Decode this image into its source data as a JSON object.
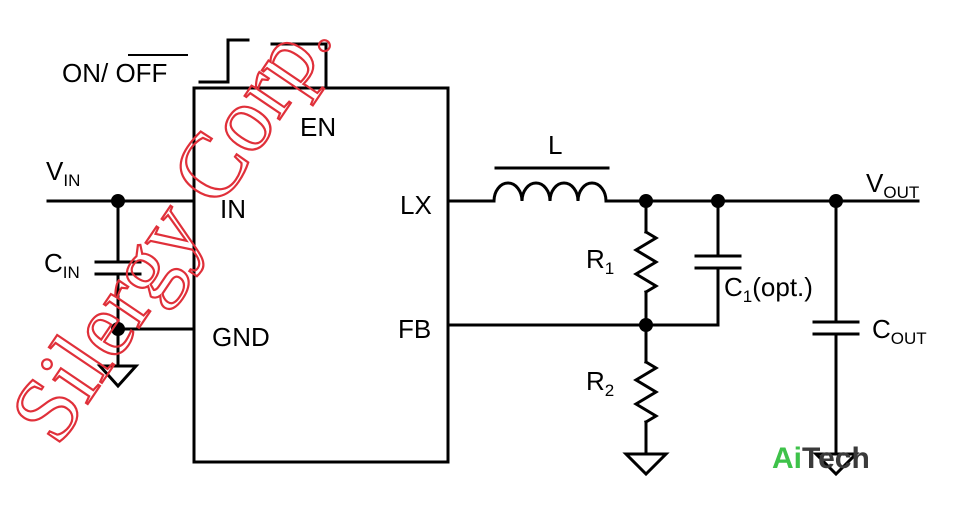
{
  "labels": {
    "on_off_prefix": "ON/ ",
    "on_off_bar": "OFF",
    "en": "EN",
    "in_pin": "IN",
    "gnd": "GND",
    "lx": "LX",
    "fb": "FB",
    "inductor": "L",
    "vin_main": "V",
    "vin_sub": "IN",
    "cin_main": "C",
    "cin_sub": "IN",
    "r1_main": "R",
    "r1_sub": "1",
    "r2_main": "R",
    "r2_sub": "2",
    "c1_main": "C",
    "c1_sub": "1",
    "c1_suffix": "(opt.)",
    "vout_main": "V",
    "vout_sub": "OUT",
    "cout_main": "C",
    "cout_sub": "OUT"
  },
  "watermark": {
    "text": "Silergy Corp.",
    "color": "#e0303a"
  },
  "logo": {
    "part_a": "Ai",
    "part_b": "Tech",
    "color_a": "#3ec24a",
    "color_b": "#3a3a3a"
  }
}
